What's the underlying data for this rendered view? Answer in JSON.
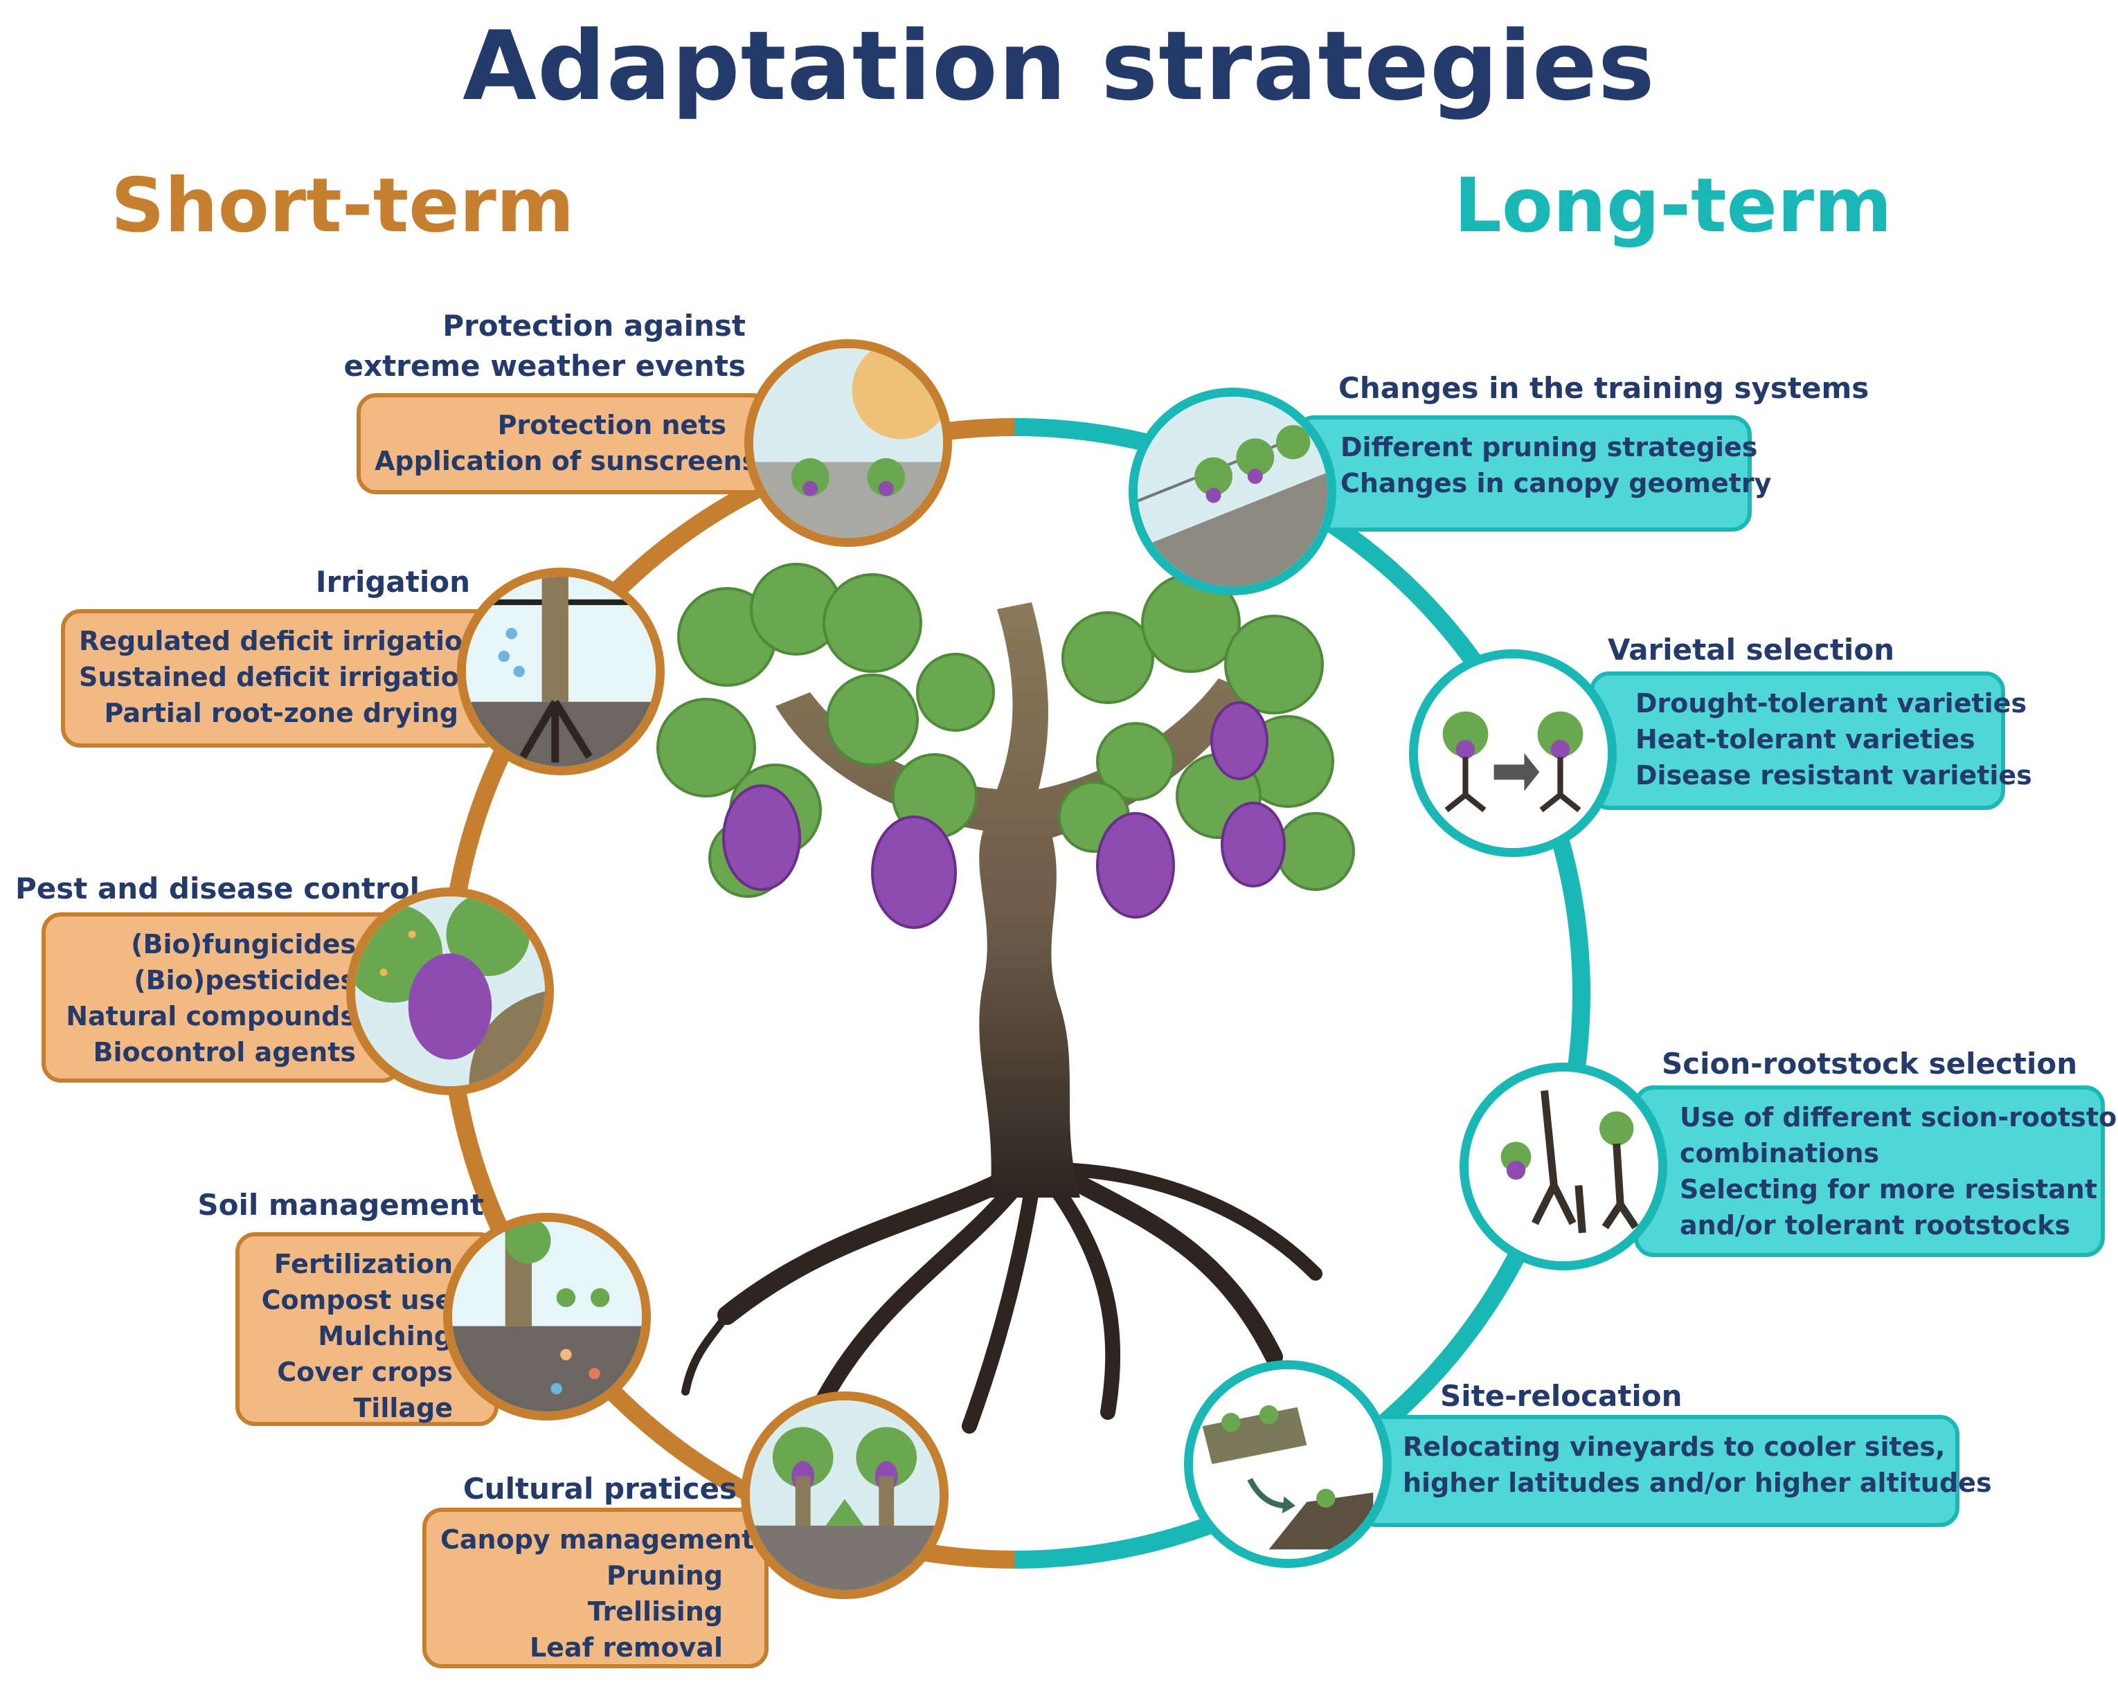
{
  "title": "Adaptation strategies",
  "short_term": {
    "heading": "Short-term",
    "color": "#c67f2f",
    "items": [
      {
        "label": [
          "Protection against",
          "extreme weather events"
        ],
        "details": [
          "Protection nets",
          "Application of sunscreens"
        ]
      },
      {
        "label": [
          "Irrigation"
        ],
        "details": [
          "Regulated deficit irrigation",
          "Sustained deficit irrigation",
          "Partial root-zone drying"
        ]
      },
      {
        "label": [
          "Pest and disease control"
        ],
        "details": [
          "(Bio)fungicides",
          "(Bio)pesticides",
          "Natural compounds",
          "Biocontrol agents"
        ]
      },
      {
        "label": [
          "Soil management"
        ],
        "details": [
          "Fertilization",
          "Compost use",
          "Mulching",
          "Cover crops",
          "Tillage"
        ]
      },
      {
        "label": [
          "Cultural pratices"
        ],
        "details": [
          "Canopy management",
          "Pruning",
          "Trellising",
          "Leaf removal"
        ]
      }
    ]
  },
  "long_term": {
    "heading": "Long-term",
    "color": "#19b8b6",
    "items": [
      {
        "label": [
          "Changes in the training systems"
        ],
        "details": [
          "Different pruning strategies",
          "Changes in canopy geometry"
        ]
      },
      {
        "label": [
          "Varietal selection"
        ],
        "details": [
          "Drought-tolerant varieties",
          "Heat-tolerant varieties",
          "Disease resistant varieties"
        ]
      },
      {
        "label": [
          "Scion-rootstock selection"
        ],
        "details": [
          "Use of different scion-rootstock",
          "combinations",
          "Selecting for more resistant",
          "and/or tolerant rootstocks"
        ]
      },
      {
        "label": [
          "Site-relocation"
        ],
        "details": [
          "Relocating vineyards to cooler sites,",
          "higher latitudes and/or higher altitudes"
        ]
      }
    ]
  }
}
